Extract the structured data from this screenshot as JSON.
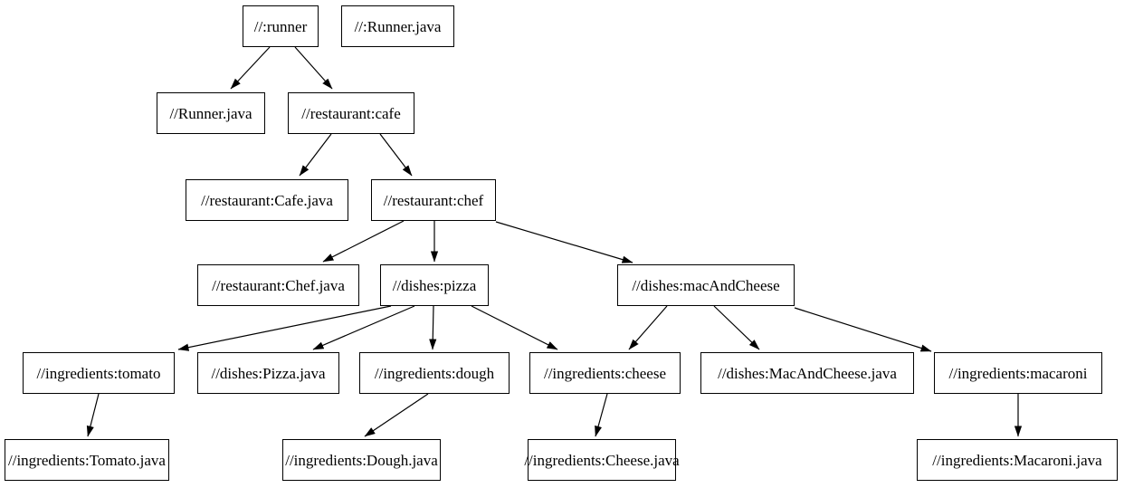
{
  "diagram": {
    "type": "directed-dependency-graph",
    "background_color": "#ffffff",
    "node_fill_color": "#ffffff",
    "node_border_color": "#000000",
    "text_color": "#000000",
    "edge_color": "#000000",
    "nodes": [
      {
        "id": "runner",
        "label": "//:runner"
      },
      {
        "id": "runner-java-file",
        "label": "//:Runner.java"
      },
      {
        "id": "runner-java",
        "label": "//Runner.java"
      },
      {
        "id": "restaurant-cafe",
        "label": "//restaurant:cafe"
      },
      {
        "id": "restaurant-cafe-java",
        "label": "//restaurant:Cafe.java"
      },
      {
        "id": "restaurant-chef",
        "label": "//restaurant:chef"
      },
      {
        "id": "restaurant-chef-java",
        "label": "//restaurant:Chef.java"
      },
      {
        "id": "dishes-pizza",
        "label": "//dishes:pizza"
      },
      {
        "id": "dishes-mac-and-cheese",
        "label": "//dishes:macAndCheese"
      },
      {
        "id": "ingredients-tomato",
        "label": "//ingredients:tomato"
      },
      {
        "id": "dishes-pizza-java",
        "label": "//dishes:Pizza.java"
      },
      {
        "id": "ingredients-dough",
        "label": "//ingredients:dough"
      },
      {
        "id": "ingredients-cheese",
        "label": "//ingredients:cheese"
      },
      {
        "id": "dishes-mac-and-cheese-java",
        "label": "//dishes:MacAndCheese.java"
      },
      {
        "id": "ingredients-macaroni",
        "label": "//ingredients:macaroni"
      },
      {
        "id": "ingredients-tomato-java",
        "label": "//ingredients:Tomato.java"
      },
      {
        "id": "ingredients-dough-java",
        "label": "//ingredients:Dough.java"
      },
      {
        "id": "ingredients-cheese-java",
        "label": "//ingredients:Cheese.java"
      },
      {
        "id": "ingredients-macaroni-java",
        "label": "//ingredients:Macaroni.java"
      }
    ],
    "edges": [
      {
        "from": "//:runner",
        "to": "//Runner.java"
      },
      {
        "from": "//:runner",
        "to": "//restaurant:cafe"
      },
      {
        "from": "//restaurant:cafe",
        "to": "//restaurant:Cafe.java"
      },
      {
        "from": "//restaurant:cafe",
        "to": "//restaurant:chef"
      },
      {
        "from": "//restaurant:chef",
        "to": "//restaurant:Chef.java"
      },
      {
        "from": "//restaurant:chef",
        "to": "//dishes:pizza"
      },
      {
        "from": "//restaurant:chef",
        "to": "//dishes:macAndCheese"
      },
      {
        "from": "//dishes:pizza",
        "to": "//ingredients:tomato"
      },
      {
        "from": "//dishes:pizza",
        "to": "//dishes:Pizza.java"
      },
      {
        "from": "//dishes:pizza",
        "to": "//ingredients:dough"
      },
      {
        "from": "//dishes:pizza",
        "to": "//ingredients:cheese"
      },
      {
        "from": "//dishes:macAndCheese",
        "to": "//ingredients:cheese"
      },
      {
        "from": "//dishes:macAndCheese",
        "to": "//dishes:MacAndCheese.java"
      },
      {
        "from": "//dishes:macAndCheese",
        "to": "//ingredients:macaroni"
      },
      {
        "from": "//ingredients:tomato",
        "to": "//ingredients:Tomato.java"
      },
      {
        "from": "//ingredients:dough",
        "to": "//ingredients:Dough.java"
      },
      {
        "from": "//ingredients:cheese",
        "to": "//ingredients:Cheese.java"
      },
      {
        "from": "//ingredients:macaroni",
        "to": "//ingredients:Macaroni.java"
      }
    ]
  }
}
